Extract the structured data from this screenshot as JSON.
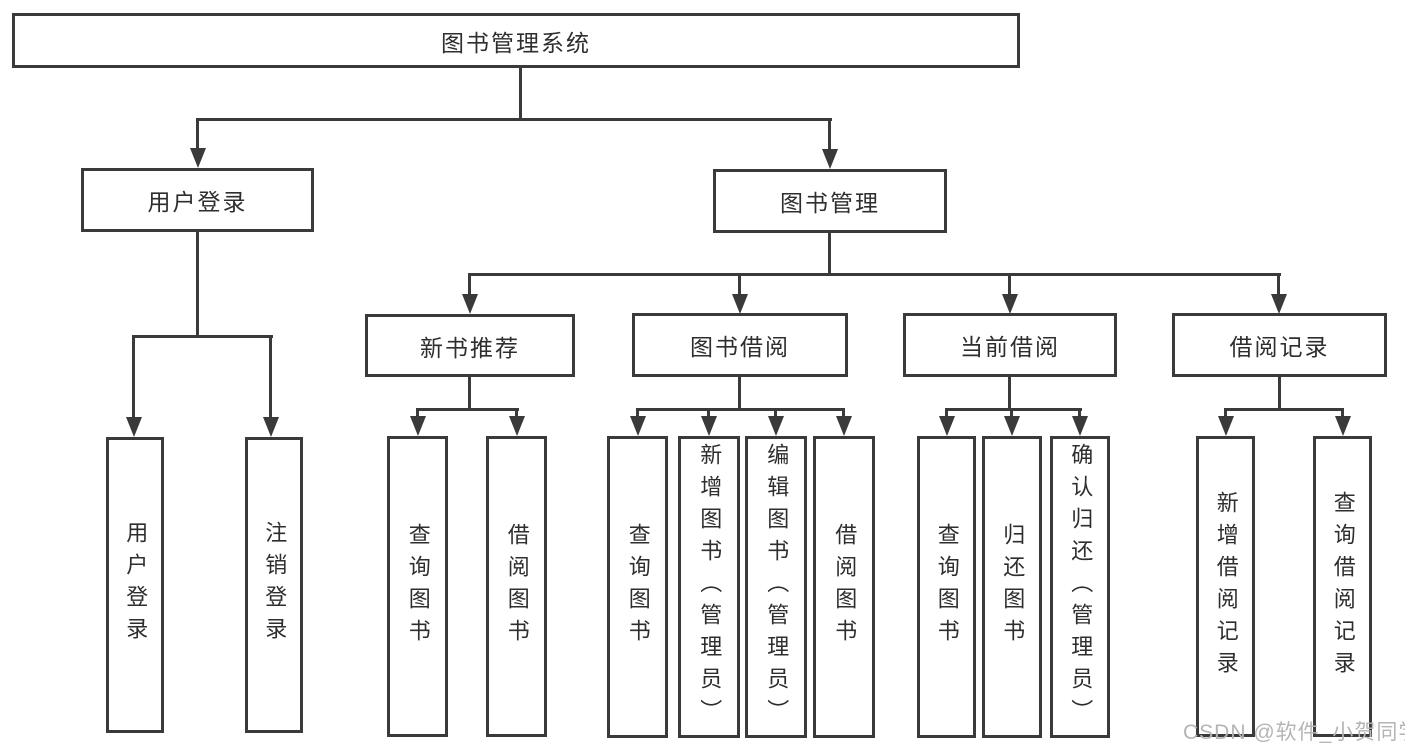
{
  "tree": {
    "root": {
      "label": "图书管理系统"
    },
    "user": {
      "label": "用户登录",
      "children": [
        {
          "label": "用户登录"
        },
        {
          "label": "注销登录"
        }
      ]
    },
    "book": {
      "label": "图书管理",
      "sections": [
        {
          "label": "新书推荐",
          "children": [
            {
              "label": "查询图书"
            },
            {
              "label": "借阅图书"
            }
          ]
        },
        {
          "label": "图书借阅",
          "children": [
            {
              "label": "查询图书"
            },
            {
              "label": "新增图书（管理员）"
            },
            {
              "label": "编辑图书（管理员）"
            },
            {
              "label": "借阅图书"
            }
          ]
        },
        {
          "label": "当前借阅",
          "children": [
            {
              "label": "查询图书"
            },
            {
              "label": "归还图书"
            },
            {
              "label": "确认归还（管理员）"
            }
          ]
        },
        {
          "label": "借阅记录",
          "children": [
            {
              "label": "新增借阅记录"
            },
            {
              "label": "查询借阅记录"
            }
          ]
        }
      ]
    }
  },
  "watermark": "CSDN @软件_小贺同学",
  "colors": {
    "line": "#3a3a3a",
    "text": "#2e2e2e",
    "watermark": "#b5b5b5",
    "background": "#ffffff"
  }
}
